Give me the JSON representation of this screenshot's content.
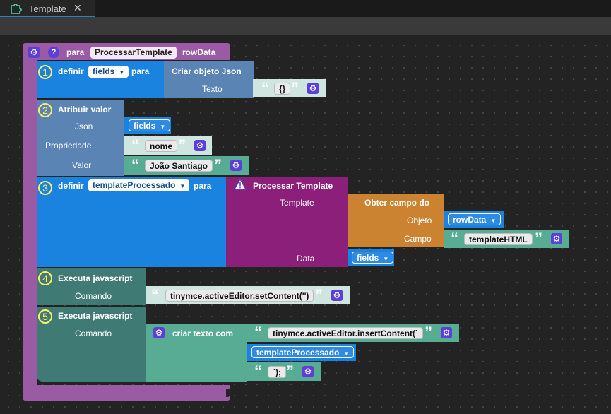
{
  "tab": {
    "title": "Template",
    "close": "✕"
  },
  "func": {
    "para": "para",
    "name": "ProcessarTemplate",
    "param": "rowData"
  },
  "s1": {
    "num": "1",
    "definir": "definir",
    "var": "fields",
    "para": "para",
    "block": "Criar objeto Json",
    "texto_label": "Texto",
    "texto_value": "{}"
  },
  "s2": {
    "num": "2",
    "title": "Atribuir valor",
    "json_label": "Json",
    "json_var": "fields",
    "prop_label": "Propriedade",
    "prop_value": "nome",
    "valor_label": "Valor",
    "valor_value": "João Santiago"
  },
  "s3": {
    "num": "3",
    "definir": "definir",
    "var": "templateProcessado",
    "para": "para",
    "block": "Processar Template",
    "template_label": "Template",
    "data_label": "Data",
    "data_var": "fields",
    "obter": "Obter campo do",
    "objeto_label": "Objeto",
    "objeto_var": "rowData",
    "campo_label": "Campo",
    "campo_value": "templateHTML"
  },
  "s4": {
    "num": "4",
    "title": "Executa javascript",
    "comando_label": "Comando",
    "comando_value": "tinymce.activeEditor.setContent('')"
  },
  "s5": {
    "num": "5",
    "title": "Executa javascript",
    "comando_label": "Comando",
    "criar": "criar texto com",
    "part1": "tinymce.activeEditor.insertContent(`",
    "part2": "templateProcessado",
    "part3": "`);"
  },
  "icons": {
    "gear": "⚙",
    "question": "?",
    "open_quote": "“",
    "close_quote": "”",
    "caret": "▼"
  }
}
